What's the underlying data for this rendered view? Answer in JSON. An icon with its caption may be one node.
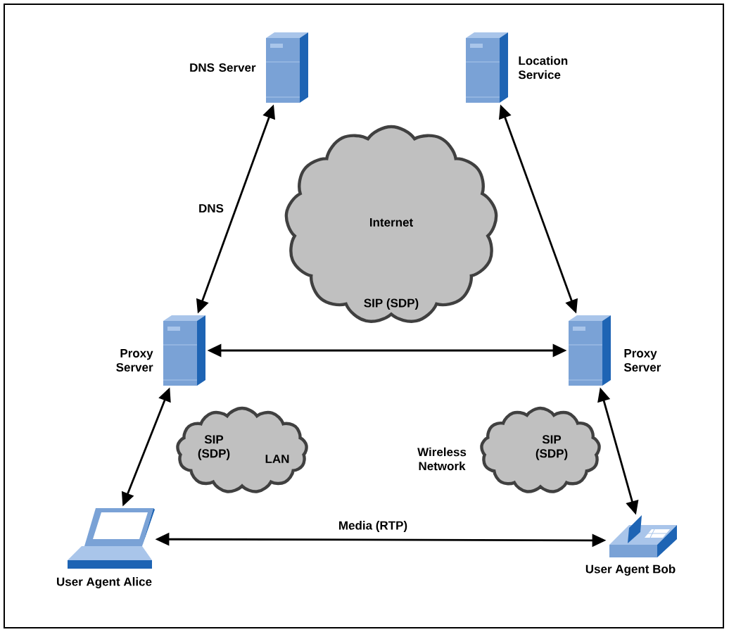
{
  "diagram": {
    "nodes": [
      {
        "text": [
          "DNS Server"
        ]
      },
      {
        "text": [
          "Location Service"
        ]
      },
      {
        "text": [
          "Internet"
        ]
      },
      {
        "text": [
          "Proxy Server"
        ]
      },
      {
        "text": [
          "Proxy Server"
        ]
      },
      {
        "text": [
          "LAN"
        ]
      },
      {
        "text": [
          "Wireless Network"
        ]
      },
      {
        "text": [
          "User Agent Alice"
        ]
      },
      {
        "text": [
          "User Agent Bob"
        ]
      }
    ],
    "edges": [
      {
        "from": 3,
        "to": 0,
        "arrow": "both",
        "label": "DNS"
      },
      {
        "from": 1,
        "to": 4,
        "arrow": "both"
      },
      {
        "from": 3,
        "to": 4,
        "arrow": "both",
        "label": "SIP (SDP)"
      },
      {
        "from": 3,
        "to": 7,
        "arrow": "both",
        "label": "SIP (SDP)"
      },
      {
        "from": 4,
        "to": 8,
        "arrow": "both",
        "label": "SIP (SDP)"
      },
      {
        "from": 7,
        "to": 8,
        "arrow": "both",
        "label": "Media (RTP)"
      }
    ]
  }
}
